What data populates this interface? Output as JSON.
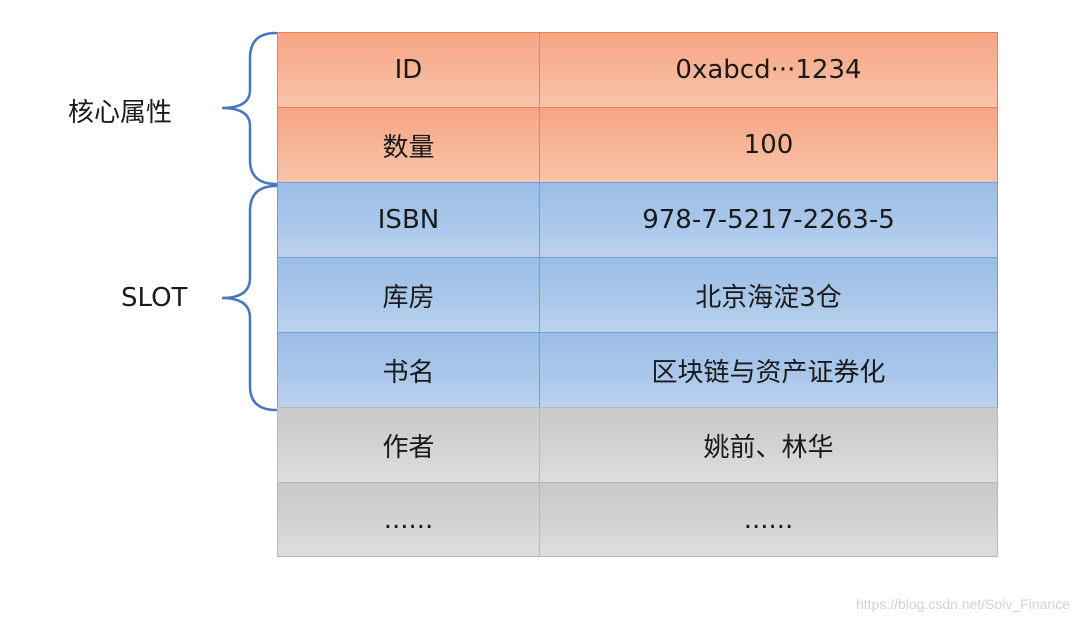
{
  "groups": {
    "core_label": "核心属性",
    "slot_label": "SLOT"
  },
  "rows": [
    {
      "key": "ID",
      "value": "0xabcd···1234",
      "group": "core"
    },
    {
      "key": "数量",
      "value": "100",
      "group": "core"
    },
    {
      "key": "ISBN",
      "value": "978-7-5217-2263-5",
      "group": "slot"
    },
    {
      "key": "库房",
      "value": "北京海淀3仓",
      "group": "slot"
    },
    {
      "key": "书名",
      "value": "区块链与资产证券化",
      "group": "slot"
    },
    {
      "key": "作者",
      "value": "姚前、林华",
      "group": "other"
    },
    {
      "key": "......",
      "value": "......",
      "group": "other"
    }
  ],
  "watermark": "https://blog.csdn.net/Solv_Finance",
  "colors": {
    "core_fill": "#f7b698",
    "core_border": "#ee7f4f",
    "slot_fill": "#a9c7ea",
    "slot_border": "#6f9ed8",
    "other_fill": "#d3d3d3",
    "brace": "#4a76c0"
  }
}
